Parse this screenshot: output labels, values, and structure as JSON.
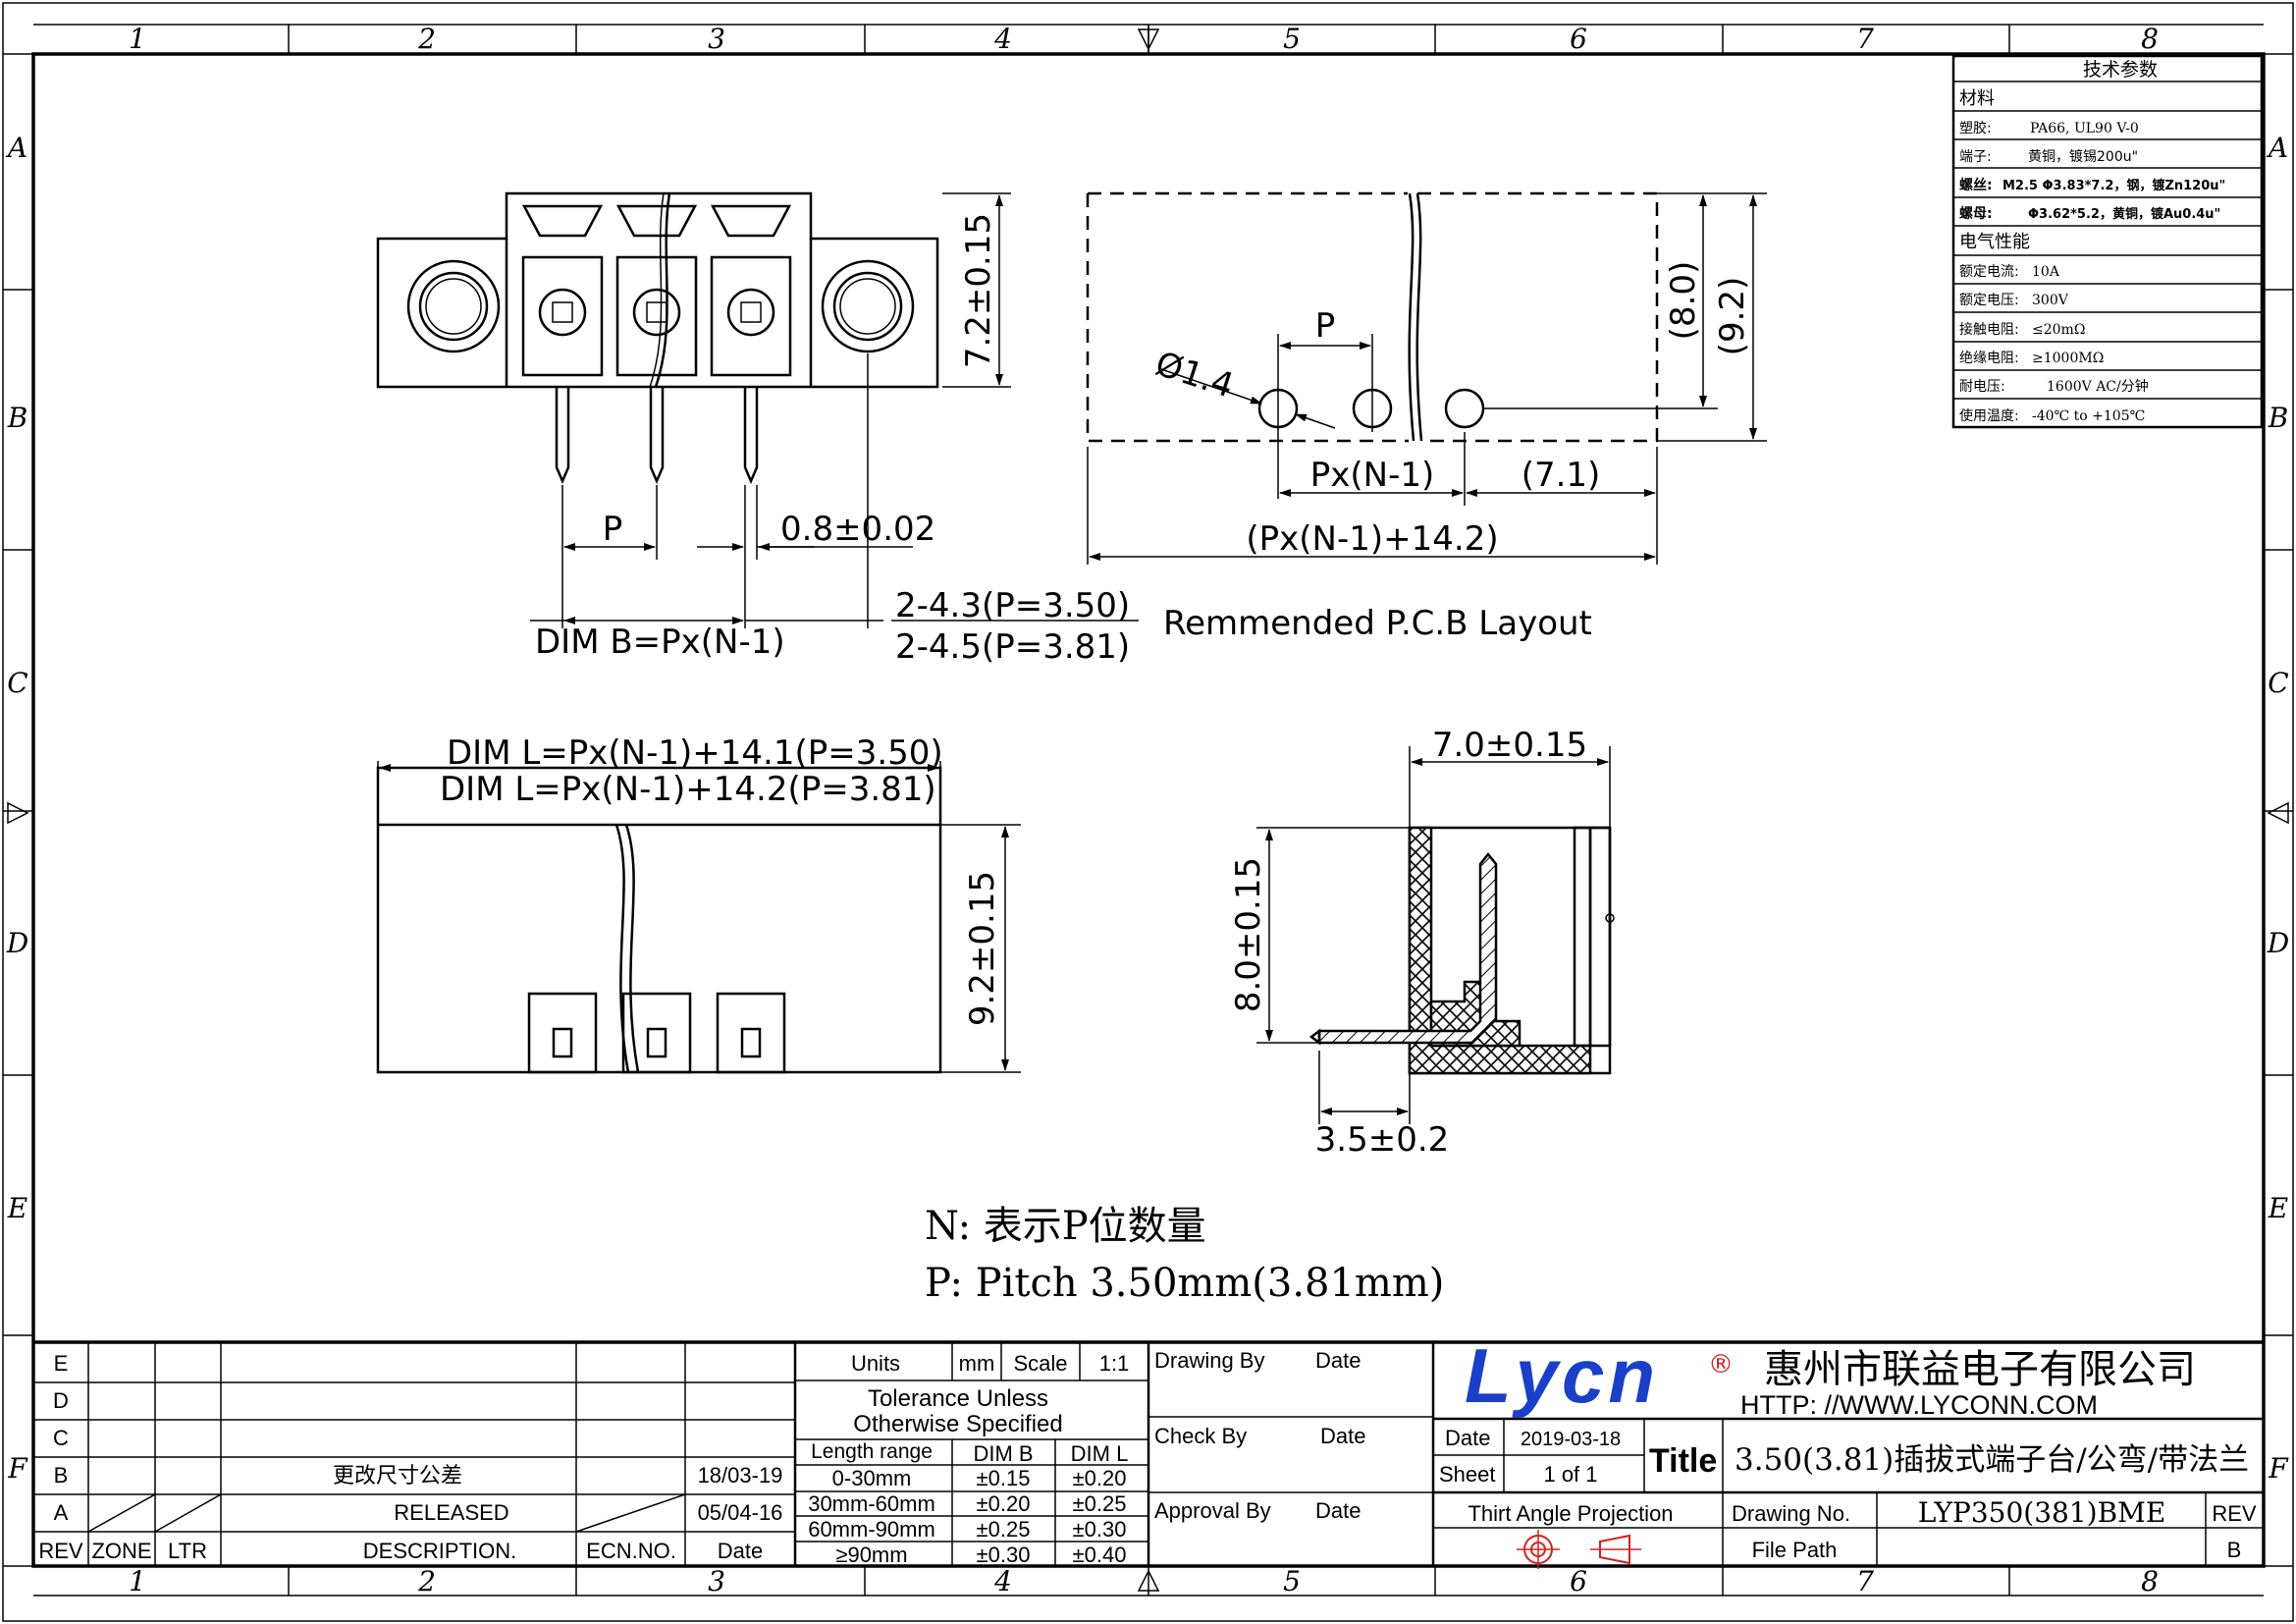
{
  "border": {
    "columns": [
      "1",
      "2",
      "3",
      "4",
      "5",
      "6",
      "7",
      "8"
    ],
    "rows": [
      "A",
      "B",
      "C",
      "D",
      "E",
      "F"
    ]
  },
  "specs": {
    "title": "技术参数",
    "material_header": "材料",
    "plastic_label": "塑胶:",
    "plastic_value": "PA66, UL90 V-0",
    "terminal_label": "端子:",
    "terminal_value": "黄铜，镀锡200u\"",
    "screw_label": "螺丝:",
    "screw_value": "M2.5 Φ3.83*7.2，钢，镀Zn120u\"",
    "nut_label": "螺母:",
    "nut_value": "Φ3.62*5.2，黄铜，镀Au0.4u\"",
    "electrical_header": "电气性能",
    "current_label": "额定电流:",
    "current_value": "10A",
    "voltage_label": "额定电压:",
    "voltage_value": "300V",
    "contact_label": "接触电阻:",
    "contact_value": "≤20mΩ",
    "insulation_label": "绝缘电阻:",
    "insulation_value": "≥1000MΩ",
    "withstand_label": "耐电压:",
    "withstand_value": "1600V AC/分钟",
    "temp_label": "使用温度:",
    "temp_value": "-40℃ to +105℃"
  },
  "front_view": {
    "height_dim": "7.2±0.15",
    "pitch_label": "P",
    "pin_dim": "0.8±0.02",
    "dim_b": "DIM B=Px(N-1)",
    "mount_hole_1": "2-4.3(P=3.50)",
    "mount_hole_2": "2-4.5(P=3.81)"
  },
  "pcb_layout": {
    "title": "Remmended P.C.B Layout",
    "hole_dia": "Ø1.4",
    "pitch_label": "P",
    "dim_8": "(8.0)",
    "dim_9": "(9.2)",
    "pn_label": "Px(N-1)",
    "dim_71": "(7.1)",
    "total": "(Px(N-1)+14.2)"
  },
  "top_view": {
    "dim_l1": "DIM L=Px(N-1)+14.1(P=3.50)",
    "dim_l2": "DIM L=Px(N-1)+14.2(P=3.81)",
    "height": "9.2±0.15"
  },
  "side_view": {
    "width": "7.0±0.15",
    "height": "8.0±0.15",
    "pin": "3.5±0.2"
  },
  "notes": {
    "n": "N: 表示P位数量",
    "p": "P: Pitch 3.50mm(3.81mm)"
  },
  "revisions": {
    "rows": [
      {
        "rev": "E",
        "desc": "",
        "date": ""
      },
      {
        "rev": "D",
        "desc": "",
        "date": ""
      },
      {
        "rev": "C",
        "desc": "",
        "date": ""
      },
      {
        "rev": "B",
        "desc": "更改尺寸公差",
        "date": "18/03-19"
      },
      {
        "rev": "A",
        "desc": "RELEASED",
        "date": "05/04-16"
      }
    ],
    "h_rev": "REV",
    "h_zone": "ZONE",
    "h_ltr": "LTR",
    "h_desc": "DESCRIPTION.",
    "h_ecn": "ECN.NO.",
    "h_date": "Date"
  },
  "tolerance": {
    "units_label": "Units",
    "units": "mm",
    "scale_label": "Scale",
    "scale": "1:1",
    "heading_1": "Tolerance Unless",
    "heading_2": "Otherwise Specified",
    "h_range": "Length range",
    "h_dimb": "DIM B",
    "h_diml": "DIM L",
    "rows": [
      {
        "range": "0-30mm",
        "b": "±0.15",
        "l": "±0.20"
      },
      {
        "range": "30mm-60mm",
        "b": "±0.20",
        "l": "±0.25"
      },
      {
        "range": "60mm-90mm",
        "b": "±0.25",
        "l": "±0.30"
      },
      {
        "range": "≥90mm",
        "b": "±0.30",
        "l": "±0.40"
      }
    ]
  },
  "signoff": {
    "drawing_by": "Drawing By",
    "check_by": "Check  By",
    "approval_by": "Approval By",
    "date": "Date"
  },
  "company": {
    "logo": "Lycn",
    "reg": "®",
    "name": "惠州市联益电子有限公司",
    "url": "HTTP: //WWW.LYCONN.COM"
  },
  "titleblock": {
    "date_label": "Date",
    "date": "2019-03-18",
    "sheet_label": "Sheet",
    "sheet": "1 of 1",
    "title_label": "Title",
    "title": "3.50(3.81)插拔式端子台/公弯/带法兰",
    "projection": "Thirt Angle Projection",
    "drawing_no_label": "Drawing No.",
    "drawing_no": "LYP350(381)BME",
    "rev_label": "REV",
    "rev": "B",
    "file_path_label": "File Path"
  },
  "colors": {
    "logo_blue": "#1a3fc9",
    "logo_red": "#d42020",
    "hatch": "#000000"
  }
}
